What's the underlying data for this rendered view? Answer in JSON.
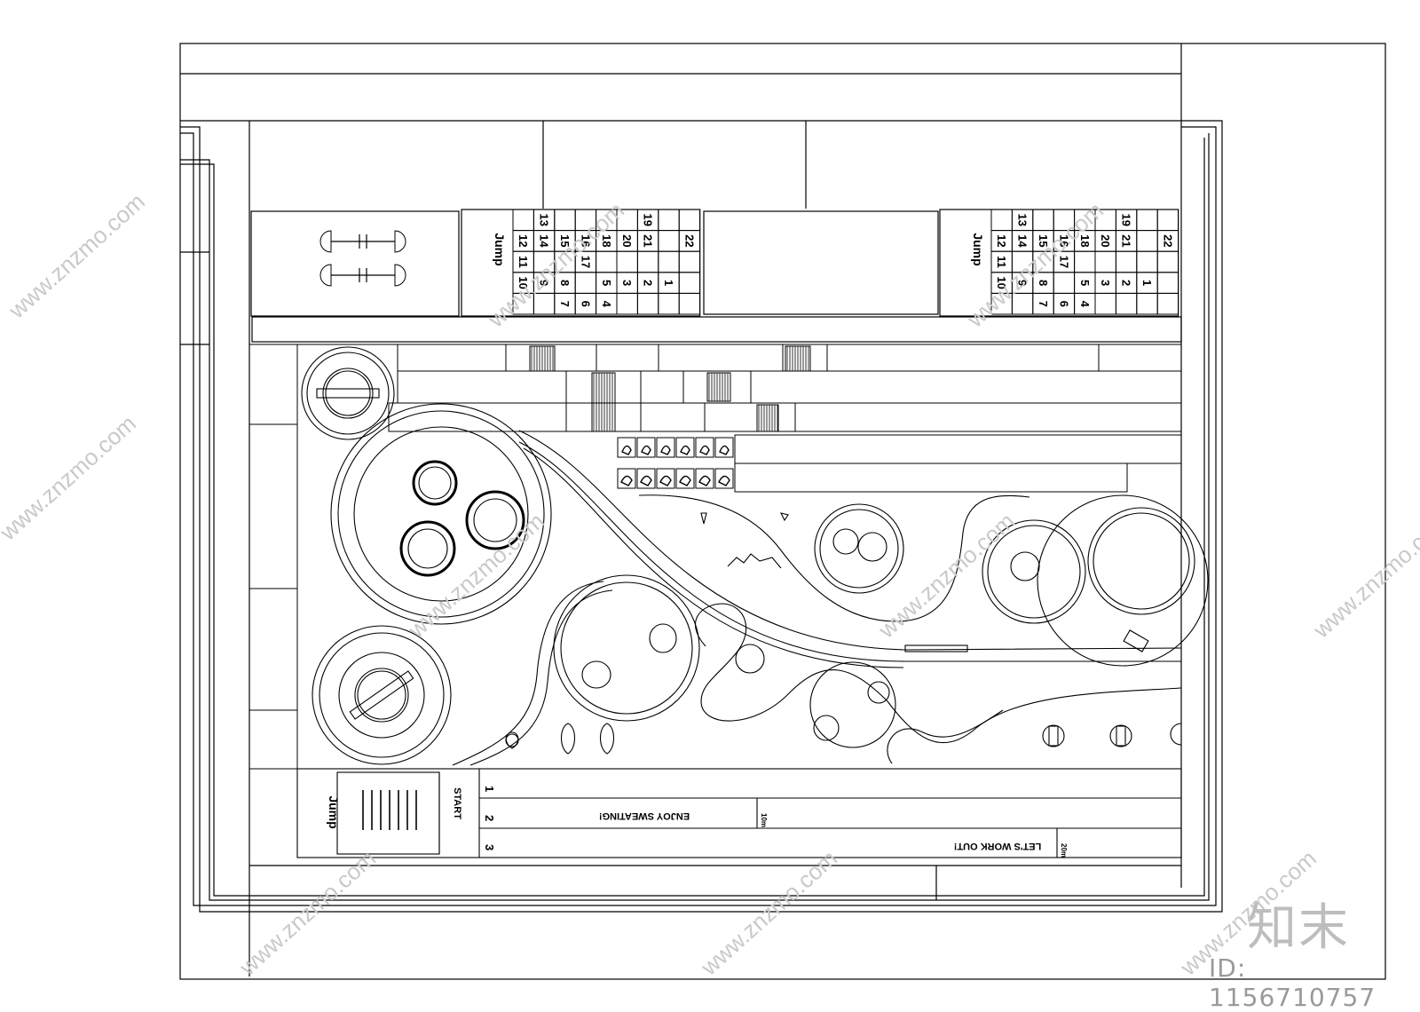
{
  "jump_grid": {
    "brand": "Jump",
    "cells": [
      {
        "r": 0,
        "c": 1,
        "t": "13"
      },
      {
        "r": 0,
        "c": 6,
        "t": "19"
      },
      {
        "r": 1,
        "c": 0,
        "t": "12"
      },
      {
        "r": 1,
        "c": 1,
        "t": "14"
      },
      {
        "r": 1,
        "c": 2,
        "t": "15"
      },
      {
        "r": 1,
        "c": 3,
        "t": "16"
      },
      {
        "r": 1,
        "c": 4,
        "t": "18"
      },
      {
        "r": 1,
        "c": 5,
        "t": "20"
      },
      {
        "r": 1,
        "c": 6,
        "t": "21"
      },
      {
        "r": 1,
        "c": 8,
        "t": "22"
      },
      {
        "r": 2,
        "c": 0,
        "t": "11"
      },
      {
        "r": 2,
        "c": 3,
        "t": "17"
      },
      {
        "r": 3,
        "c": 0,
        "t": "10"
      },
      {
        "r": 3,
        "c": 1,
        "t": "9"
      },
      {
        "r": 3,
        "c": 2,
        "t": "8"
      },
      {
        "r": 3,
        "c": 4,
        "t": "5"
      },
      {
        "r": 3,
        "c": 5,
        "t": "3"
      },
      {
        "r": 3,
        "c": 6,
        "t": "2"
      },
      {
        "r": 3,
        "c": 7,
        "t": "1"
      },
      {
        "r": 4,
        "c": 2,
        "t": "7"
      },
      {
        "r": 4,
        "c": 3,
        "t": "6"
      },
      {
        "r": 4,
        "c": 4,
        "t": "4"
      }
    ]
  },
  "track": {
    "lane_numbers": [
      "1",
      "2",
      "3"
    ],
    "start_label": "START",
    "brand": "Jump",
    "slogan_1": "ENJOY SWEATING!",
    "slogan_2": "LET'S WORK OUT!",
    "mark_10": "10m",
    "mark_20": "20m"
  },
  "watermark": {
    "logo": "知末",
    "id_label": "ID: 1156710757",
    "site": "www.znzmo.com"
  }
}
